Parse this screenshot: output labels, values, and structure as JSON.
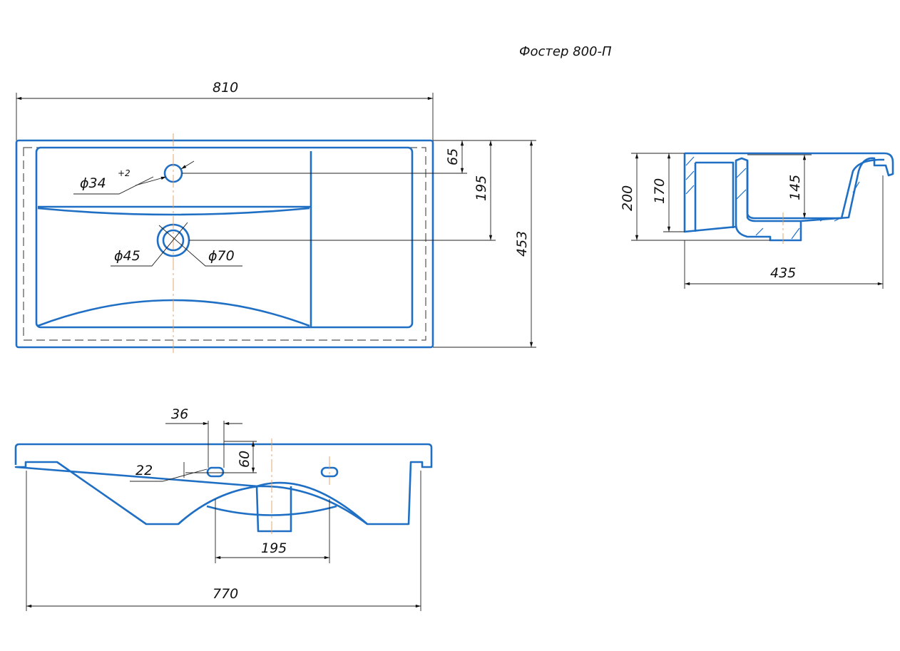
{
  "title": "Фостер 800-П",
  "top_view": {
    "width": "810",
    "depth": "453",
    "tap_offset": "65",
    "drain_offset": "195",
    "tap_hole": "ϕ34",
    "tap_tolerance": "+2",
    "drain_inner": "ϕ45",
    "drain_outer": "ϕ70"
  },
  "side_view": {
    "height_total": "200",
    "height_inner": "170",
    "bowl_depth": "145",
    "depth": "435"
  },
  "front_view": {
    "slot_spacing": "36",
    "slot_height": "60",
    "slot_width": "22",
    "mount_spacing": "195",
    "base_width": "770"
  },
  "colors": {
    "outline": "#1f6fc4",
    "centerline": "#e0a060",
    "dimension": "#222222"
  }
}
